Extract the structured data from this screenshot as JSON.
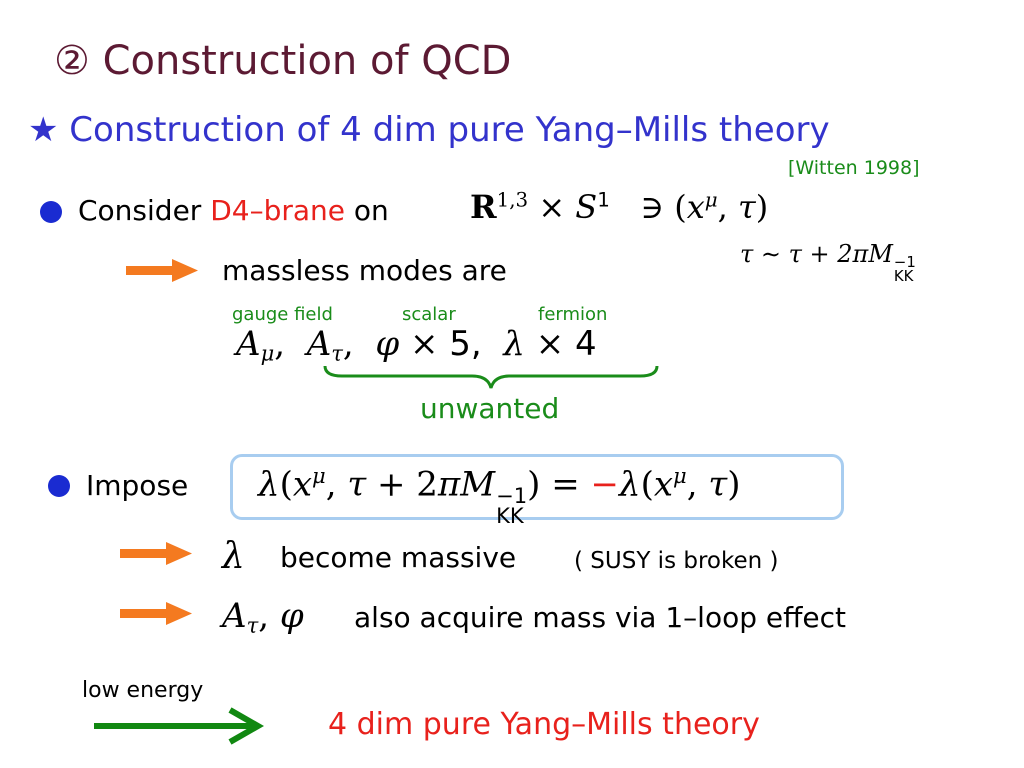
{
  "slide": {
    "title": "② Construction of QCD",
    "subtitle": "★ Construction of 4 dim  pure Yang–Mills theory",
    "citation": "[Witten 1998]",
    "consider": {
      "label": "Consider",
      "highlight": "D4–brane",
      "on": "on",
      "periodicity": "τ ∼ τ + 2πM"
    },
    "massless": {
      "text": "massless modes are",
      "labels": {
        "gauge": "gauge field",
        "scalar": "scalar",
        "fermion": "fermion"
      },
      "unwanted": "unwanted"
    },
    "impose": {
      "label": "Impose"
    },
    "results": [
      {
        "text": "become massive",
        "note": "( SUSY is broken )"
      },
      {
        "text": "also acquire mass via 1–loop effect"
      }
    ],
    "low_energy": {
      "label": "low energy",
      "result": "4 dim pure Yang–Mills theory"
    },
    "colors": {
      "title": "#5c1a33",
      "subtitle": "#3333cc",
      "bullet": "#1a2bd1",
      "arrow_orange": "#f47a20",
      "accent_red": "#e8211c",
      "green": "#1a8c1a",
      "box_border": "#a8cdf0"
    },
    "icons": {
      "bullet": "blue-dot",
      "implies": "orange-right-arrow",
      "flow": "green-right-arrow"
    }
  }
}
